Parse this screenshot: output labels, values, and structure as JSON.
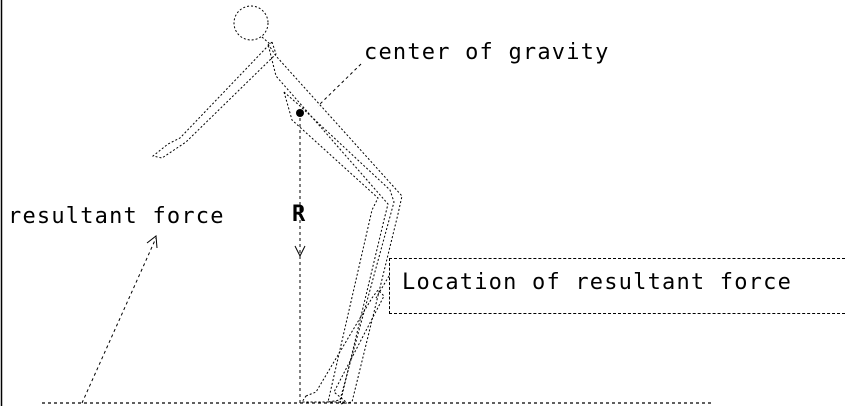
{
  "labels": {
    "center_of_gravity": "center of gravity",
    "resultant_force": "resultant force",
    "R": "R",
    "location_of_resultant_force": "Location of resultant force"
  },
  "colors": {
    "background": "#ffffff",
    "ink": "#000000"
  },
  "icons": [
    "walking-figure-outline",
    "center-of-gravity-dot",
    "resultant-force-arrow",
    "ground-line"
  ]
}
